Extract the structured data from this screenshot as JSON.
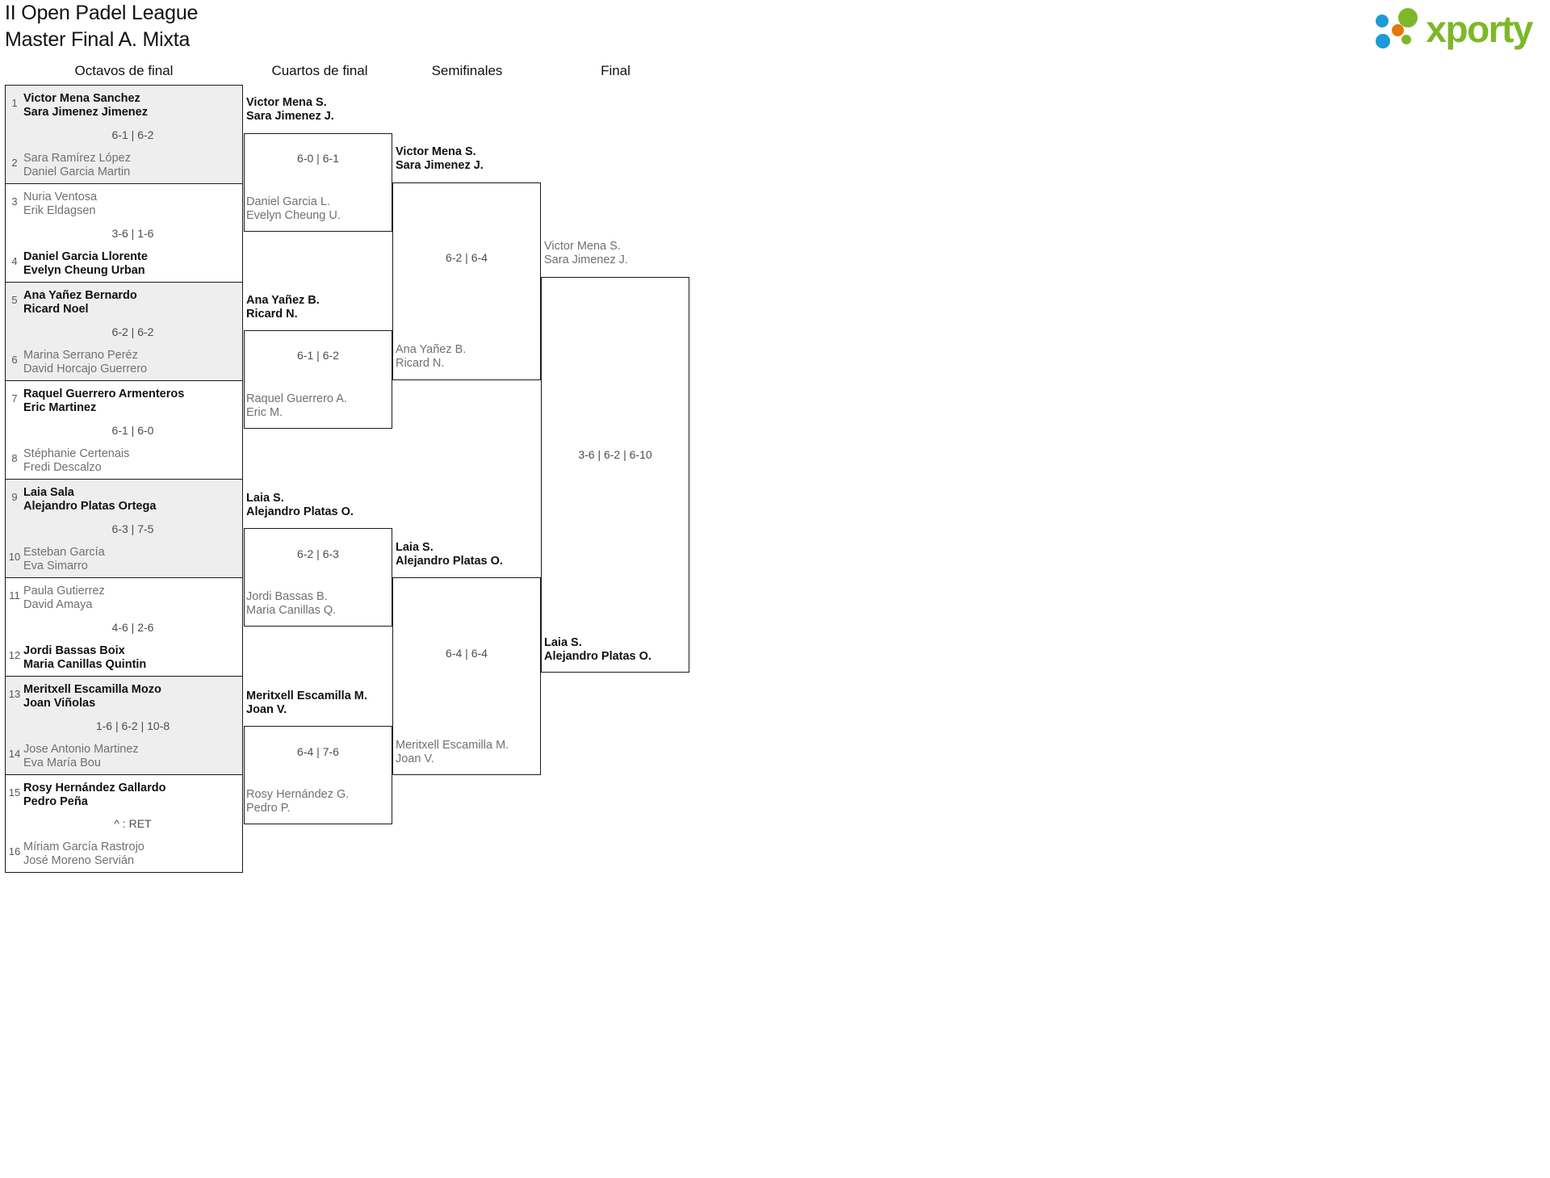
{
  "header": {
    "title": "II Open Padel League\nMaster Final A. Mixta",
    "logo_text": "xporty",
    "logo_colors": {
      "green": "#7CB828",
      "blue": "#1B9BD8",
      "orange": "#E8750A"
    }
  },
  "rounds": [
    {
      "id": "octavos",
      "label": "Octavos de final"
    },
    {
      "id": "cuartos",
      "label": "Cuartos de final"
    },
    {
      "id": "semis",
      "label": "Semifinales"
    },
    {
      "id": "final",
      "label": "Final"
    }
  ],
  "round1": {
    "matches": [
      {
        "top": {
          "seed": "1",
          "names": "Victor Mena Sanchez\nSara Jimenez Jimenez",
          "winner": true
        },
        "bottom": {
          "seed": "2",
          "names": "Sara Ramírez López\nDaniel Garcia Martin",
          "winner": false
        },
        "score": "6-1 | 6-2",
        "shaded": true
      },
      {
        "top": {
          "seed": "3",
          "names": "Nuria Ventosa\nErik Eldagsen",
          "winner": false
        },
        "bottom": {
          "seed": "4",
          "names": "Daniel Garcia Llorente\nEvelyn Cheung Urban",
          "winner": true
        },
        "score": "3-6 | 1-6",
        "shaded": false
      },
      {
        "top": {
          "seed": "5",
          "names": "Ana Yañez Bernardo\nRicard Noel",
          "winner": true
        },
        "bottom": {
          "seed": "6",
          "names": "Marina Serrano Peréz\nDavid Horcajo Guerrero",
          "winner": false
        },
        "score": "6-2 | 6-2",
        "shaded": true
      },
      {
        "top": {
          "seed": "7",
          "names": "Raquel Guerrero Armenteros\nEric Martinez",
          "winner": true
        },
        "bottom": {
          "seed": "8",
          "names": "Stéphanie Certenais\nFredi Descalzo",
          "winner": false
        },
        "score": "6-1 | 6-0",
        "shaded": false
      },
      {
        "top": {
          "seed": "9",
          "names": "Laia Sala\nAlejandro Platas Ortega",
          "winner": true
        },
        "bottom": {
          "seed": "10",
          "names": "Esteban García\nEva Simarro",
          "winner": false
        },
        "score": "6-3 | 7-5",
        "shaded": true
      },
      {
        "top": {
          "seed": "11",
          "names": "Paula Gutierrez\nDavid Amaya",
          "winner": false
        },
        "bottom": {
          "seed": "12",
          "names": "Jordi Bassas Boix\nMaria Canillas Quintin",
          "winner": true
        },
        "score": "4-6 | 2-6",
        "shaded": false
      },
      {
        "top": {
          "seed": "13",
          "names": "Meritxell Escamilla Mozo\nJoan Viñolas",
          "winner": true
        },
        "bottom": {
          "seed": "14",
          "names": "Jose Antonio Martinez\nEva María Bou",
          "winner": false
        },
        "score": "1-6 | 6-2 | 10-8",
        "shaded": true
      },
      {
        "top": {
          "seed": "15",
          "names": "Rosy Hernández Gallardo\nPedro Peña",
          "winner": true
        },
        "bottom": {
          "seed": "16",
          "names": "Míriam García Rastrojo\nJosé Moreno Servián",
          "winner": false
        },
        "score": "^ : RET",
        "shaded": false
      }
    ]
  },
  "round2": {
    "matches": [
      {
        "top": {
          "names": "Victor Mena S.\nSara Jimenez J.",
          "winner": true
        },
        "bottom": {
          "names": "Daniel Garcia L.\nEvelyn Cheung U.",
          "winner": false
        },
        "score": "6-0 | 6-1"
      },
      {
        "top": {
          "names": "Ana Yañez B.\nRicard N.",
          "winner": true
        },
        "bottom": {
          "names": "Raquel Guerrero A.\nEric M.",
          "winner": false
        },
        "score": "6-1 | 6-2"
      },
      {
        "top": {
          "names": "Laia S.\nAlejandro Platas O.",
          "winner": true
        },
        "bottom": {
          "names": "Jordi Bassas B.\nMaria Canillas Q.",
          "winner": false
        },
        "score": "6-2 | 6-3"
      },
      {
        "top": {
          "names": "Meritxell Escamilla M.\nJoan V.",
          "winner": true
        },
        "bottom": {
          "names": "Rosy Hernández G.\nPedro P.",
          "winner": false
        },
        "score": "6-4 | 7-6"
      }
    ]
  },
  "round3": {
    "matches": [
      {
        "top": {
          "names": "Victor Mena S.\nSara Jimenez J.",
          "winner": true
        },
        "bottom": {
          "names": "Ana Yañez B.\nRicard N.",
          "winner": false
        },
        "score": "6-2 | 6-4"
      },
      {
        "top": {
          "names": "Laia S.\nAlejandro Platas O.",
          "winner": true
        },
        "bottom": {
          "names": "Meritxell Escamilla M.\nJoan V.",
          "winner": false
        },
        "score": "6-4 | 6-4"
      }
    ]
  },
  "round4": {
    "matches": [
      {
        "top": {
          "names": "Victor Mena S.\nSara Jimenez J.",
          "winner": false
        },
        "bottom": {
          "names": "Laia S.\nAlejandro Platas O.",
          "winner": true
        },
        "score": "3-6 | 6-2 | 6-10"
      }
    ]
  }
}
